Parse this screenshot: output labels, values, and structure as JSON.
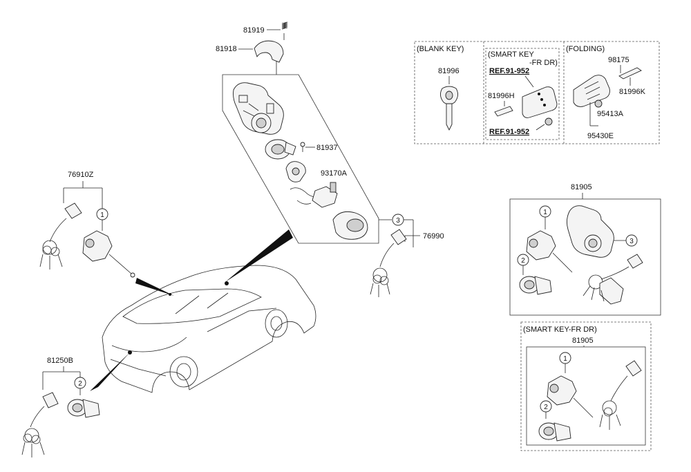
{
  "labels": {
    "p81919": "81919",
    "p81918": "81918",
    "p81937": "81937",
    "p93170A": "93170A",
    "p76910Z": "76910Z",
    "p76990": "76990",
    "p81250B": "81250B",
    "p81996": "81996",
    "p81996H": "81996H",
    "p98175": "98175",
    "p81996K": "81996K",
    "p95413A": "95413A",
    "p95430E": "95430E",
    "p81905_top": "81905",
    "p81905_bottom": "81905"
  },
  "references": {
    "ref1": "REF.91-952",
    "ref2": "REF.91-952"
  },
  "captions": {
    "blank_key": "(BLANK KEY)",
    "smart_key_line1": "(SMART KEY",
    "smart_key_line2": "-FR DR)",
    "folding": "(FOLDING)",
    "smart_key_fr_dr": "(SMART KEY-FR DR)"
  },
  "callouts": {
    "one": "1",
    "two": "2",
    "three": "3"
  }
}
